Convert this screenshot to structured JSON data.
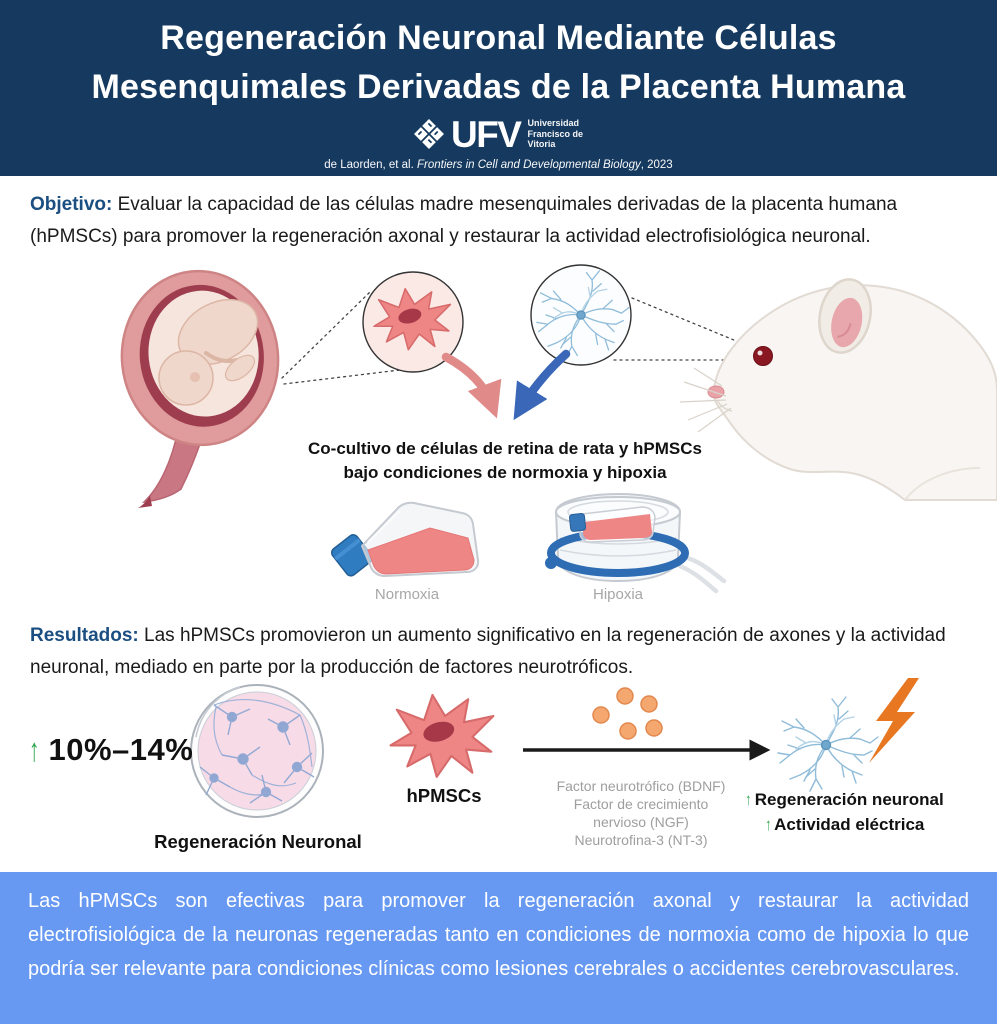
{
  "header": {
    "title_line1": "Regeneración Neuronal Mediante Células",
    "title_line2": "Mesenquimales Derivadas de la Placenta Humana",
    "logo": {
      "acronym": "UFV",
      "institution_line1": "Universidad",
      "institution_line2": "Francisco de",
      "institution_line3": "Vitoria"
    },
    "citation": {
      "authors": "de Laorden, et al.",
      "journal": "Frontiers in Cell and Developmental Biology",
      "year": ", 2023"
    }
  },
  "objective": {
    "label": "Objetivo:",
    "text": "Evaluar la capacidad de las células madre mesenquimales derivadas de la placenta humana (hPMSCs) para promover la regeneración axonal y restaurar la actividad electrofisiológica neuronal."
  },
  "coculture": {
    "caption_line1": "Co-cultivo de células de retina de rata y hPMSCs",
    "caption_line2": "bajo condiciones de normoxia y hipoxia",
    "normoxia_label": "Normoxia",
    "hypoxia_label": "Hipoxia"
  },
  "results": {
    "label": "Resultados:",
    "text": "Las hPMSCs promovieron un aumento significativo en la regeneración de axones y la actividad neuronal, mediado en parte por la producción de factores neurotróficos.",
    "increase_arrow": "↑",
    "increase_value": "10%–14%",
    "petri_caption": "Regeneración Neuronal",
    "cell_caption": "hPMSCs",
    "factor_line1": "Factor neurotrófico (BDNF)",
    "factor_line2": "Factor de crecimiento",
    "factor_line3": "nervioso (NGF)",
    "factor_line4": "Neurotrofina-3 (NT-3)",
    "outcome_arrow1": "↑",
    "outcome1": "Regeneración neuronal",
    "outcome_arrow2": "↑",
    "outcome2": "Actividad eléctrica"
  },
  "conclusion": {
    "text": "Las hPMSCs son efectivas para promover la regeneración axonal y restaurar la actividad electrofisiológica de la neuronas regeneradas tanto en condiciones de normoxia como de hipoxia lo que podría ser relevante para condiciones clínicas como lesiones cerebrales o accidentes cerebrovasculares."
  },
  "colors": {
    "header_bg": "#163A5F",
    "footer_bg": "#6799F2",
    "section_label_blue": "#1B4F82",
    "green_arrow": "#2FA64E",
    "lightning_orange": "#E87722",
    "cell_pink": "#EF8686",
    "neuron_blue": "#8FBCD9"
  }
}
